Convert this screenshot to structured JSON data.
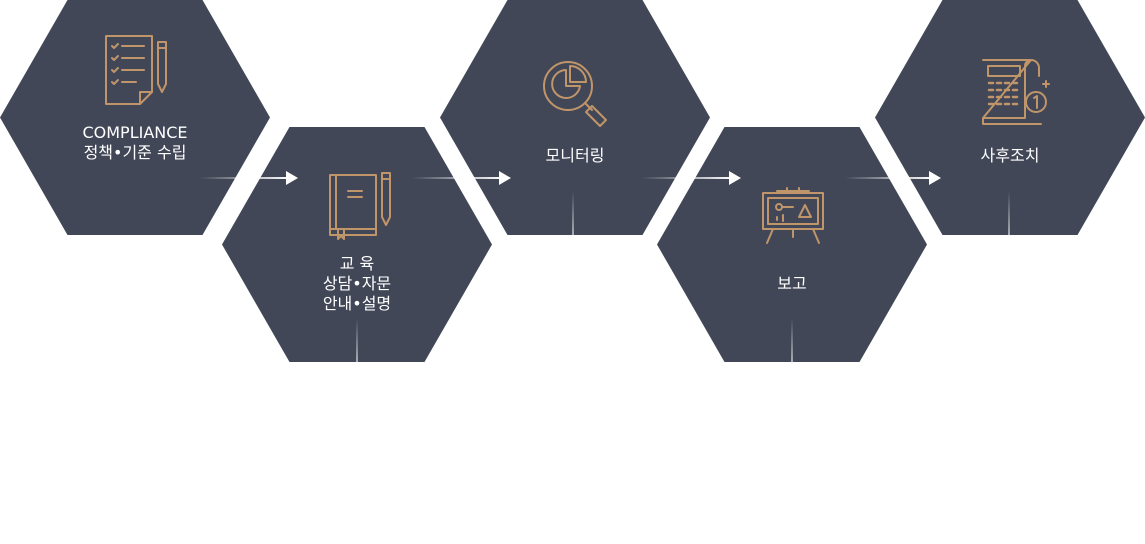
{
  "colors": {
    "hexagon": "#414757",
    "icon": "#c1956a",
    "text": "#ffffff"
  },
  "steps": [
    {
      "lines": [
        "COMPLIANCE",
        "정책•기준 수립"
      ],
      "icon": "checklist-pencil-icon"
    },
    {
      "lines": [
        "교 육",
        "상담•자문",
        "안내•설명"
      ],
      "icon": "book-pencil-icon"
    },
    {
      "lines": [
        "모니터링"
      ],
      "icon": "pie-chart-magnifier-icon"
    },
    {
      "lines": [
        "보고"
      ],
      "icon": "presentation-board-icon"
    },
    {
      "lines": [
        "사후조치"
      ],
      "icon": "calculator-document-icon"
    }
  ]
}
